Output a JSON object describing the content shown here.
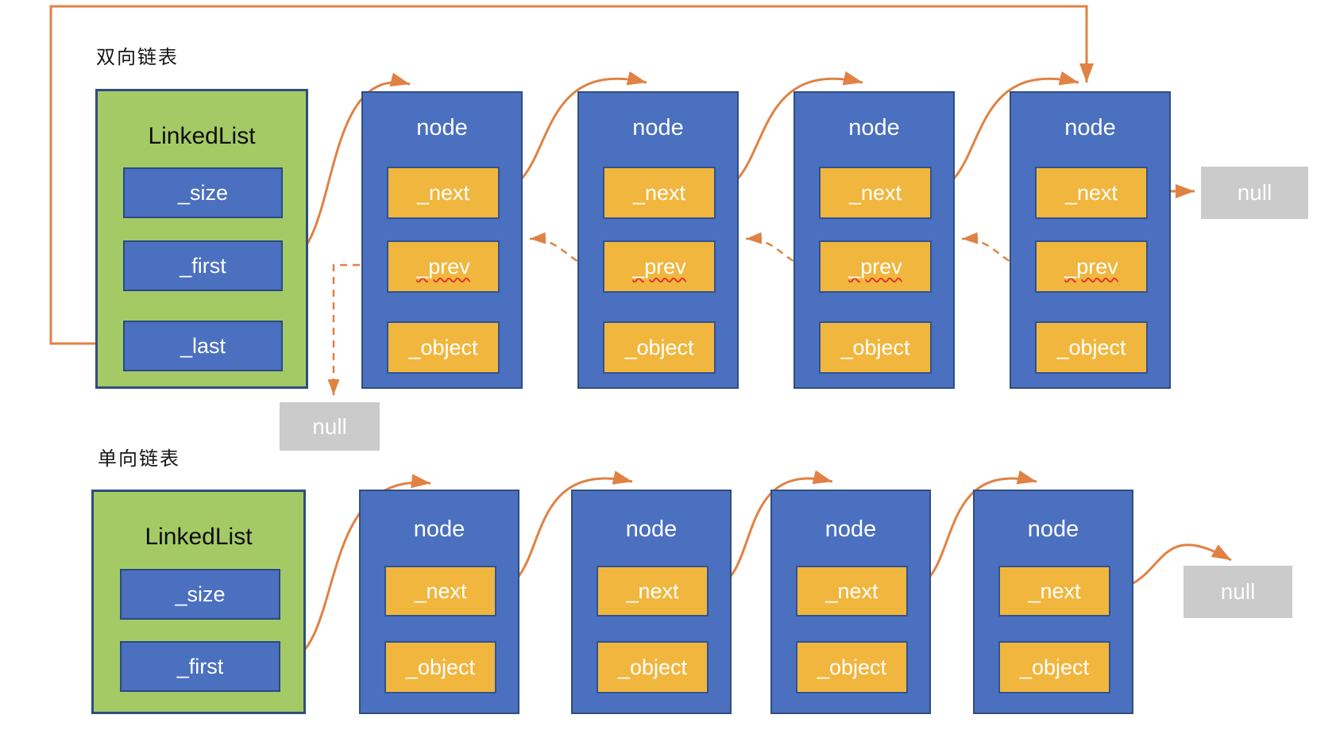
{
  "doubly": {
    "label": "双向链表",
    "list": {
      "title": "LinkedList",
      "fields": [
        "_size",
        "_first",
        "_last"
      ]
    },
    "nodes": [
      {
        "title": "node",
        "fields": [
          "_next",
          "_prev",
          "_object"
        ]
      },
      {
        "title": "node",
        "fields": [
          "_next",
          "_prev",
          "_object"
        ]
      },
      {
        "title": "node",
        "fields": [
          "_next",
          "_prev",
          "_object"
        ]
      },
      {
        "title": "node",
        "fields": [
          "_next",
          "_prev",
          "_object"
        ]
      }
    ],
    "next_null": "null",
    "prev_null": "null"
  },
  "singly": {
    "label": "单向链表",
    "list": {
      "title": "LinkedList",
      "fields": [
        "_size",
        "_first"
      ]
    },
    "nodes": [
      {
        "title": "node",
        "fields": [
          "_next",
          "_object"
        ]
      },
      {
        "title": "node",
        "fields": [
          "_next",
          "_object"
        ]
      },
      {
        "title": "node",
        "fields": [
          "_next",
          "_object"
        ]
      },
      {
        "title": "node",
        "fields": [
          "_next",
          "_object"
        ]
      }
    ],
    "next_null": "null"
  },
  "colors": {
    "list_fill": "#a4ca66",
    "node_fill": "#4b70c0",
    "pointer_field_fill": "#f1b63e",
    "box_border": "#2e4e7e",
    "null_fill": "#cbcbcb",
    "arrow": "#df8244",
    "spellcheck_underline": "#e03a2f"
  }
}
